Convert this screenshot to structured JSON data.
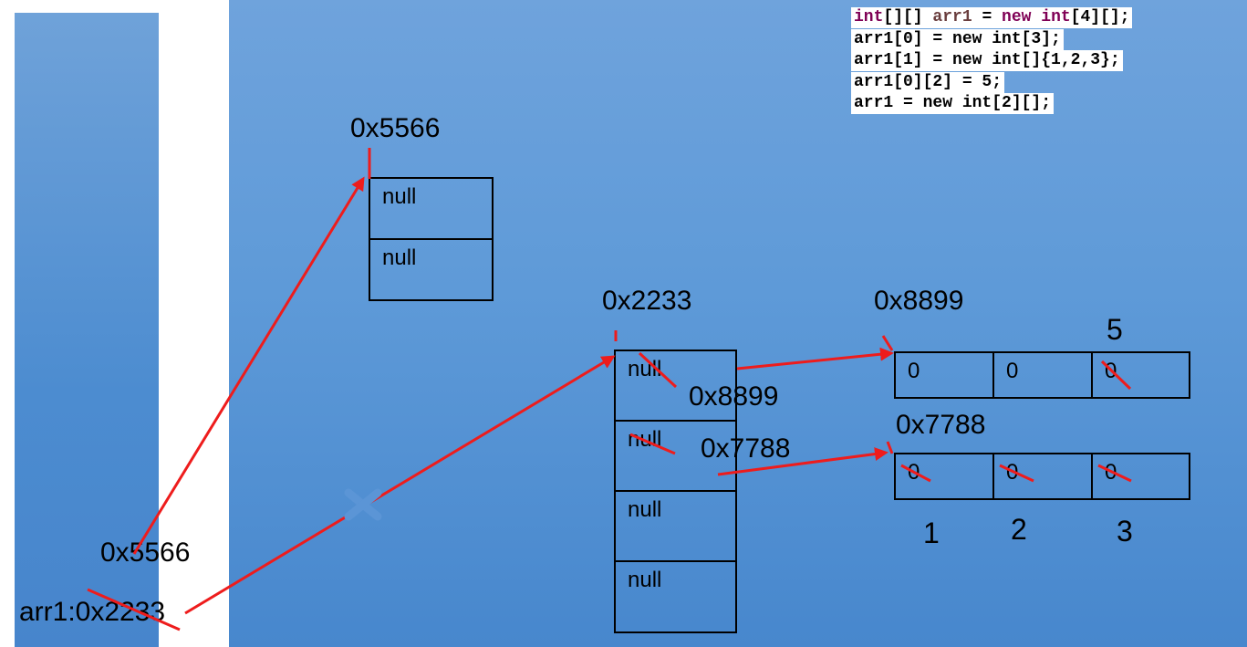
{
  "code_lines": [
    {
      "t1": "int",
      "t2": "[][] ",
      "t3": "arr1",
      "t4": " = ",
      "t5": "new",
      "t6": " ",
      "t7": "int",
      "t8": "[4][];"
    },
    {
      "text": "arr1[0] = new int[3];"
    },
    {
      "text": "arr1[1] = new int[]{1,2,3};"
    },
    {
      "text": "arr1[0][2] = 5;"
    },
    {
      "text": "arr1 = new int[2][];"
    }
  ],
  "addresses": {
    "a5566_top": "0x5566",
    "a2233": "0x2233",
    "a8899_top": "0x8899",
    "a7788_top": "0x7788",
    "a8899_inner": "0x8899",
    "a7788_inner": "0x7788",
    "stack_5566": "0x5566",
    "stack_arr1": "arr1:0x2233"
  },
  "array_5566": [
    "null",
    "null"
  ],
  "array_2233": [
    "null",
    "null",
    "null",
    "null"
  ],
  "array_8899": [
    "0",
    "0",
    "0"
  ],
  "array_8899_new_value": "5",
  "array_7788": [
    "0",
    "0",
    "0"
  ],
  "array_7788_new_values": [
    "1",
    "2",
    "3"
  ],
  "colors": {
    "arrow": "#ee1c1c",
    "cross": "#5b95d6"
  }
}
